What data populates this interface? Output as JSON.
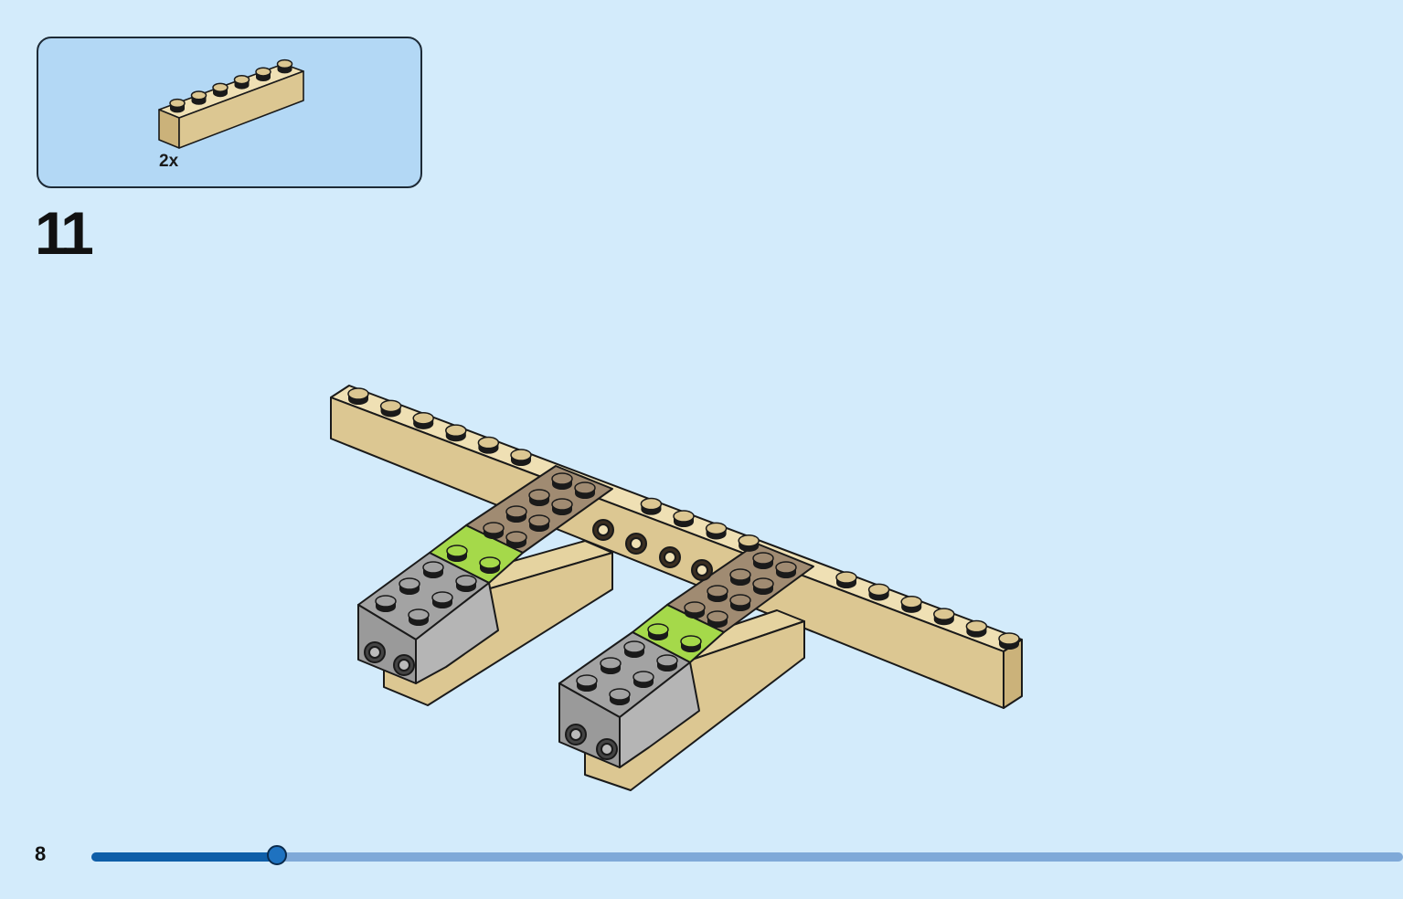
{
  "parts_callout": {
    "count_label": "2x",
    "part_icon": "tan-1x6-brick-icon",
    "part_color": "#dcc792"
  },
  "step": {
    "number": "11"
  },
  "model": {
    "icon": "build-model-icon",
    "colors": {
      "tan": "#dcc792",
      "dark_tan": "#a08b72",
      "lime": "#a5d94a",
      "gray": "#a3a3a3"
    }
  },
  "footer": {
    "page_number": "8",
    "progress_fraction": 0.143,
    "progress_color": "#0e5ea8",
    "track_color": "#7fa9d8"
  }
}
